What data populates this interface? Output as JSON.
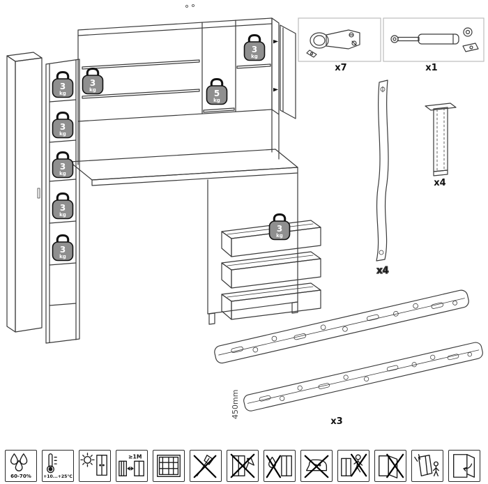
{
  "diagram": {
    "weights": [
      {
        "value": "3",
        "unit": "kg"
      },
      {
        "value": "3",
        "unit": "kg"
      },
      {
        "value": "3",
        "unit": "kg"
      },
      {
        "value": "3",
        "unit": "kg"
      },
      {
        "value": "3",
        "unit": "kg"
      },
      {
        "value": "3",
        "unit": "kg"
      },
      {
        "value": "5",
        "unit": "kg"
      },
      {
        "value": "3",
        "unit": "kg"
      },
      {
        "value": "3",
        "unit": "kg"
      }
    ]
  },
  "parts": {
    "hinge": {
      "qty": "x7"
    },
    "gas_strut": {
      "qty": "x1"
    },
    "bracket": {
      "qty": "x4"
    },
    "leg": {
      "qty": "x4"
    },
    "slides": {
      "qty": "x3",
      "length": "450mm"
    }
  },
  "care": {
    "humidity": "60-70%",
    "temperature": "+10...+25°C",
    "distance": "≥1M"
  }
}
